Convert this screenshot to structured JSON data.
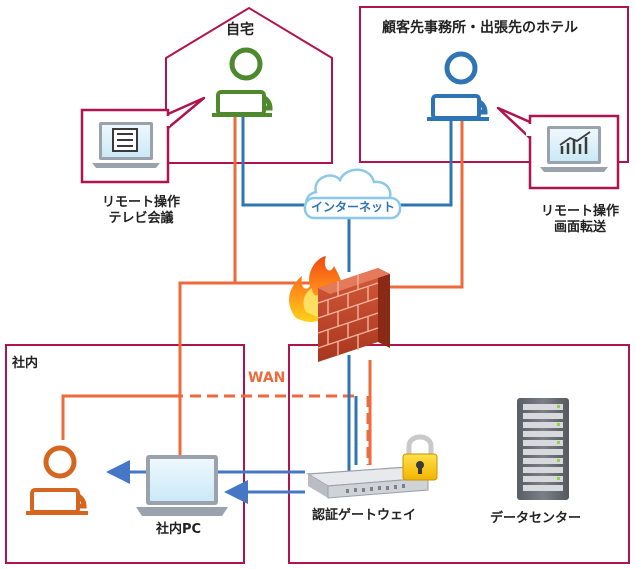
{
  "labels": {
    "home": "自宅",
    "client_site": "顧客先事務所・出張先のホテル",
    "remote_tv_line1": "リモート操作",
    "remote_tv_line2": "テレビ会議",
    "remote_screen_line1": "リモート操作",
    "remote_screen_line2": "画面転送",
    "internet": "インターネット",
    "office": "社内",
    "wan": "WAN",
    "office_pc": "社内PC",
    "gateway": "認証ゲートウェイ",
    "datacenter": "データセンター"
  },
  "colors": {
    "frame": "#b0144f",
    "orange_line": "#ed6a3a",
    "blue_line": "#2f74b5",
    "home_user": "#4e8a2d",
    "client_user": "#2f74b5",
    "office_user": "#d5651f"
  },
  "icons": {
    "home_user": "user-icon",
    "client_user": "user-icon",
    "office_user": "user-icon",
    "tv_laptop": "laptop-document-icon",
    "screen_laptop": "laptop-chart-icon",
    "firewall": "firewall-icon",
    "lock": "padlock-icon",
    "gateway": "gateway-device-icon",
    "server": "server-rack-icon",
    "cloud": "cloud-icon"
  }
}
